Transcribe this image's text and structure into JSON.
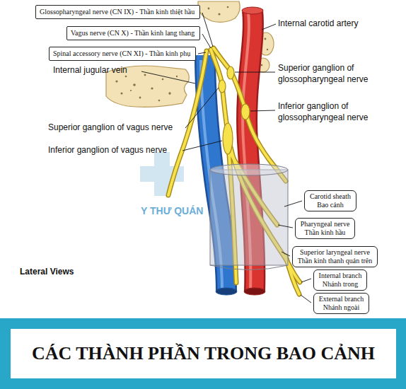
{
  "diagram": {
    "title": "CÁC THÀNH PHẦN TRONG BAO CẢNH",
    "nodes": [
      {
        "text": [
          "Glossopharyngeal nerve (CN IX) - Thần kinh thiệt hầu"
        ]
      },
      {
        "text": [
          "Vagus nerve (CN X) - Thần kinh lang thang"
        ]
      },
      {
        "text": [
          "Spinal accessory nerve (CN XI) - Thần kinh phụ"
        ]
      },
      {
        "text": [
          "Carotid sheath",
          "Bao cảnh"
        ]
      },
      {
        "text": [
          "Pharyngeal nerve",
          "Thần kinh hầu"
        ]
      },
      {
        "text": [
          "Superior laryngeal nerve",
          "Thần kinh thanh quản trên"
        ]
      },
      {
        "text": [
          "Internal branch",
          "Nhánh trong"
        ]
      },
      {
        "text": [
          "External branch",
          "Nhánh ngoài"
        ]
      }
    ],
    "labels": [
      "Internal carotid artery",
      "Internal jugular vein",
      "Superior ganglion of glossopharyngeal nerve",
      "Inferior ganglion of glossopharyngeal nerve",
      "Superior ganglion of vagus nerve",
      "Inferior ganglion of vagus nerve",
      "Y THƯ QUÁN",
      "Lateral Views"
    ]
  }
}
